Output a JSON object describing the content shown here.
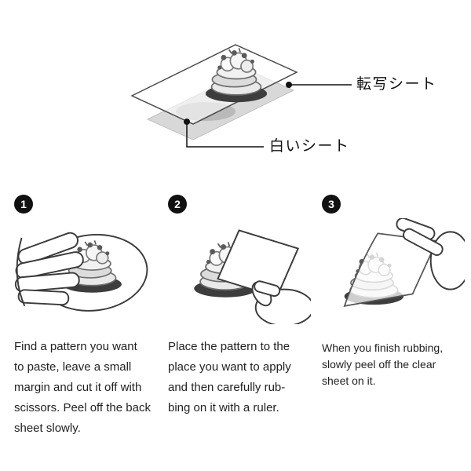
{
  "diagram": {
    "transfer_sheet_label": "転写シート",
    "white_sheet_label": "白いシート"
  },
  "steps": [
    {
      "number": "1",
      "lines": [
        "Find a pattern you want",
        "to paste, leave a small",
        "margin and cut it off with",
        "scissors. Peel off the back",
        "sheet slowly."
      ]
    },
    {
      "number": "2",
      "lines": [
        "Place the pattern to the",
        "place you want to apply",
        "and then carefully rub-",
        "bing on it with a ruler."
      ]
    },
    {
      "number": "3",
      "lines": [
        "When you finish rubbing,",
        "slowly peel off the clear",
        "sheet on it."
      ]
    }
  ],
  "colors": {
    "ink": "#111111",
    "sheet_gray": "#d8d8d8"
  }
}
